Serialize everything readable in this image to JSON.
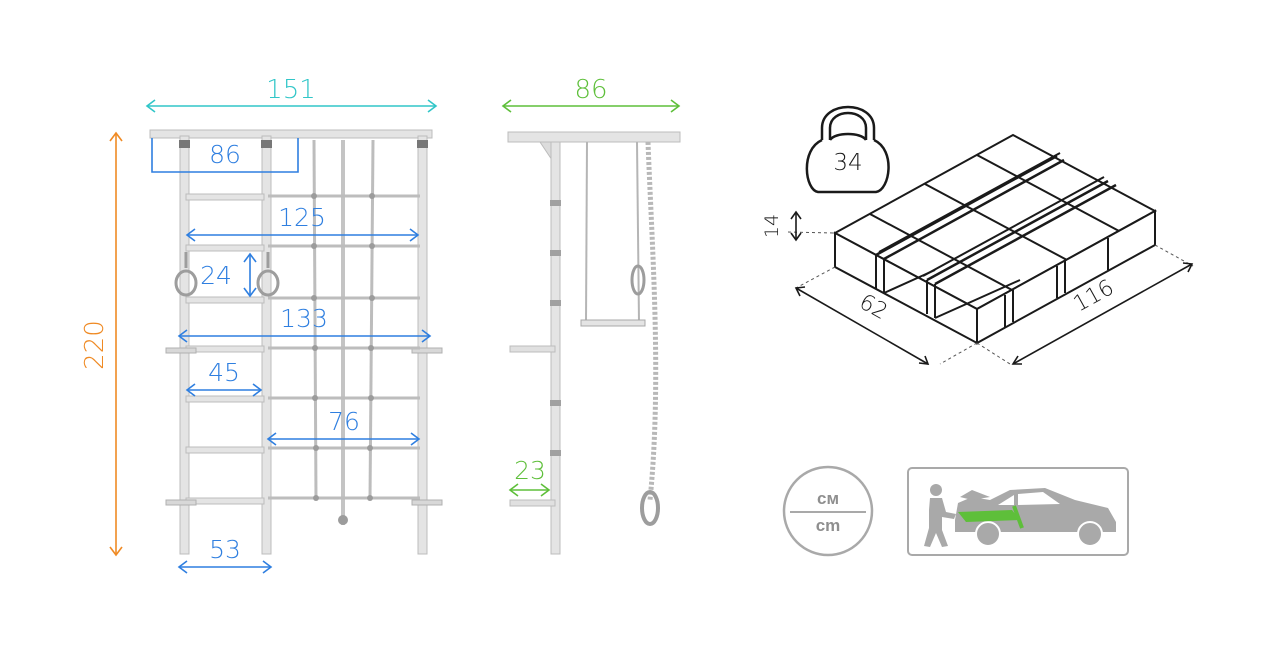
{
  "colors": {
    "cyan": "#31c6c8",
    "green": "#5ebf3a",
    "orange": "#ef8a24",
    "blue": "#2f7fe0",
    "frame": "#c8c8c8",
    "frame_dark": "#a8a8a8",
    "ink": "#1a1a1a",
    "icon": "#a9a9a9"
  },
  "front_view": {
    "total_width": "151",
    "total_height": "220",
    "top_bar_width": "86",
    "net_width": "125",
    "rings_height": "24",
    "mid_width": "133",
    "ladder_width": "45",
    "lower_net_width": "76",
    "base_width": "53"
  },
  "side_view": {
    "depth": "86",
    "wall_offset": "23"
  },
  "package": {
    "weight": "34",
    "height": "14",
    "width": "62",
    "length": "116",
    "icons": [
      "kettlebell-icon",
      "box-icon"
    ]
  },
  "units_badge": {
    "top": "см",
    "bottom": "cm"
  },
  "car_icon": "person-loading-car-icon"
}
